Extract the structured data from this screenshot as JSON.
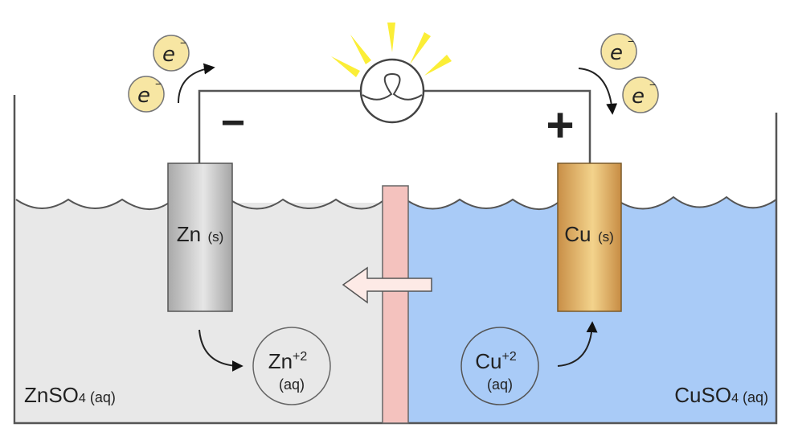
{
  "diagram": {
    "title": "Galvanic cell (Zn / Cu)",
    "colors": {
      "zn_solution": "#e8e8e8",
      "cu_solution": "#a9cbf7",
      "salt_bridge": "#f4c2be",
      "electron_fill": "#f7e6a3",
      "bulb_rays": "#fbee37",
      "outline": "#555555"
    },
    "electrons": [
      {
        "symbol": "e",
        "charge": "−"
      },
      {
        "symbol": "e",
        "charge": "−"
      },
      {
        "symbol": "e",
        "charge": "−"
      },
      {
        "symbol": "e",
        "charge": "−"
      }
    ],
    "anode": {
      "sign": "−",
      "element": "Zn",
      "state": "(s)",
      "ion": {
        "symbol": "Zn",
        "charge": "+2",
        "state": "(aq)"
      },
      "solution": {
        "formula": "ZnSO",
        "subscript": "4",
        "state": "(aq)"
      }
    },
    "cathode": {
      "sign": "+",
      "element": "Cu",
      "state": "(s)",
      "ion": {
        "symbol": "Cu",
        "charge": "+2",
        "state": "(aq)"
      },
      "solution": {
        "formula": "CuSO",
        "subscript": "4",
        "state": "(aq)"
      }
    },
    "bulb": {
      "label": "light-bulb",
      "state": "lit"
    }
  }
}
